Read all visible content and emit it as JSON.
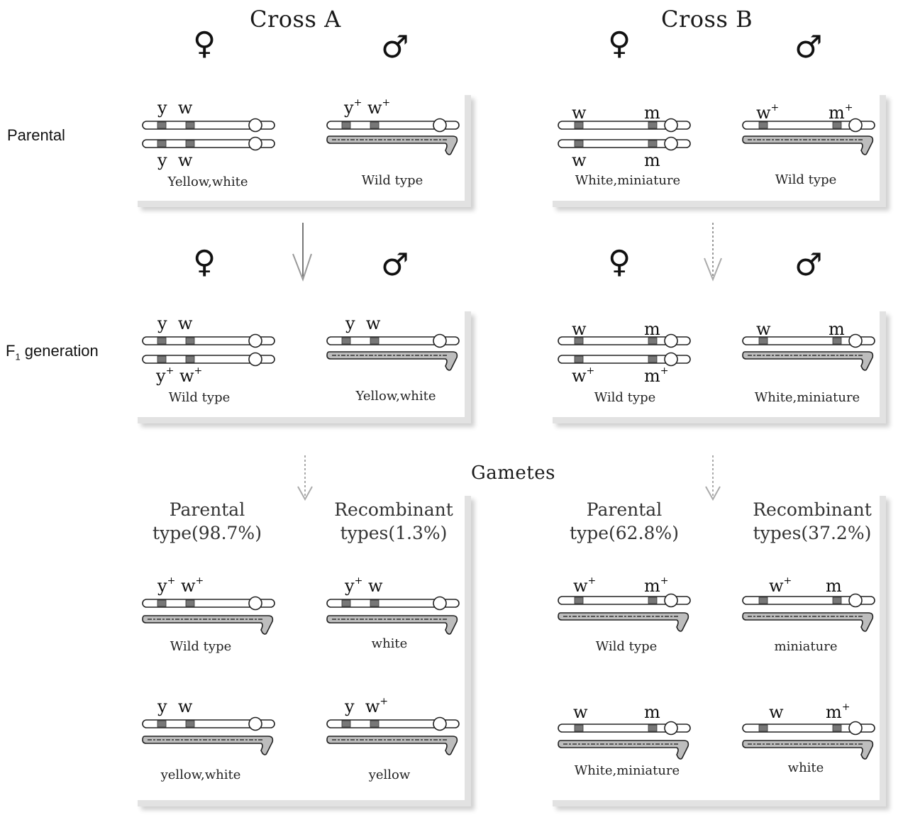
{
  "headings": {
    "cross_a": "Cross A",
    "cross_b": "Cross B",
    "gametes": "Gametes"
  },
  "row_labels": {
    "parental": "Parental",
    "f1": "F",
    "f1_sub": "1",
    "f1_rest": " generation"
  },
  "symbols": {
    "female": "♀",
    "male": "♂"
  },
  "cross_a": {
    "parental": {
      "female": {
        "top": [
          "y",
          "w"
        ],
        "bottom": [
          "y",
          "w"
        ],
        "caption": "Yellow,white"
      },
      "male": {
        "top": [
          "y",
          "+",
          "w",
          "+"
        ],
        "caption": "Wild type"
      }
    },
    "f1": {
      "female": {
        "top": [
          "y",
          "w"
        ],
        "bottom": [
          "y",
          "+",
          "w",
          "+"
        ],
        "caption": "Wild type"
      },
      "male": {
        "top": [
          "y",
          "w"
        ],
        "caption": "Yellow,white"
      }
    },
    "gametes": {
      "parental_head": [
        "Parental",
        "type(98.7%)"
      ],
      "recomb_head": [
        "Recombinant",
        "types(1.3%)"
      ],
      "g1": {
        "genes": [
          "y",
          "+",
          "w",
          "+"
        ],
        "caption": "Wild type"
      },
      "g2": {
        "genes": [
          "y",
          "+",
          "w",
          ""
        ],
        "caption": "white"
      },
      "g3": {
        "genes": [
          "y",
          "",
          "w",
          ""
        ],
        "caption": "yellow,white"
      },
      "g4": {
        "genes": [
          "y",
          "",
          "w",
          "+"
        ],
        "caption": "yellow"
      }
    }
  },
  "cross_b": {
    "parental": {
      "female": {
        "top": [
          "w",
          "m"
        ],
        "bottom": [
          "w",
          "m"
        ],
        "caption": "White,miniature"
      },
      "male": {
        "top": [
          "w",
          "+",
          "m",
          "+"
        ],
        "caption": "Wild type"
      }
    },
    "f1": {
      "female": {
        "top": [
          "w",
          "m"
        ],
        "bottom": [
          "w",
          "+",
          "m",
          "+"
        ],
        "caption": "Wild type"
      },
      "male": {
        "top": [
          "w",
          "m"
        ],
        "caption": "White,miniature"
      }
    },
    "gametes": {
      "parental_head": [
        "Parental",
        "type(62.8%)"
      ],
      "recomb_head": [
        "Recombinant",
        "types(37.2%)"
      ],
      "g1": {
        "genes": [
          "w",
          "+",
          "m",
          "+"
        ],
        "caption": "Wild type"
      },
      "g2": {
        "genes": [
          "w",
          "+",
          "m",
          ""
        ],
        "caption": "miniature"
      },
      "g3": {
        "genes": [
          "w",
          "",
          "m",
          ""
        ],
        "caption": "White,miniature"
      },
      "g4": {
        "genes": [
          "w",
          "",
          "m",
          "+"
        ],
        "caption": "white"
      }
    }
  }
}
